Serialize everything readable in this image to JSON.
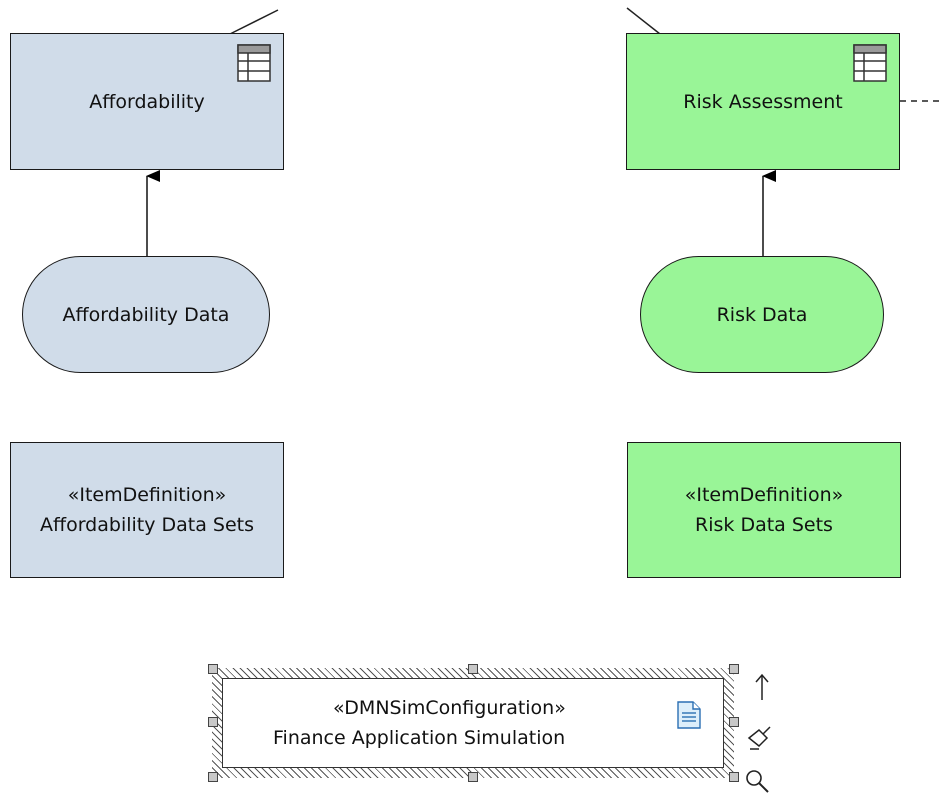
{
  "diagram": {
    "affordability": {
      "label": "Affordability",
      "icon": "decision-table-icon"
    },
    "risk_assessment": {
      "label": "Risk Assessment",
      "icon": "decision-table-icon"
    },
    "affordability_data": {
      "label": "Affordability Data"
    },
    "risk_data": {
      "label": "Risk Data"
    },
    "affordability_item": {
      "stereotype": "«ItemDefinition»",
      "name": "Affordability Data Sets"
    },
    "risk_item": {
      "stereotype": "«ItemDefinition»",
      "name": "Risk Data Sets"
    },
    "simulation": {
      "stereotype": "«DMNSimConfiguration»",
      "name": "Finance Application Simulation",
      "icon": "document-icon"
    },
    "quick_tools": [
      "up-arrow-icon",
      "paint-brush-icon",
      "magnifier-icon"
    ]
  },
  "colors": {
    "blue_fill": "#d0dce9",
    "green_fill": "#99f597",
    "border": "#1a1a1a"
  }
}
